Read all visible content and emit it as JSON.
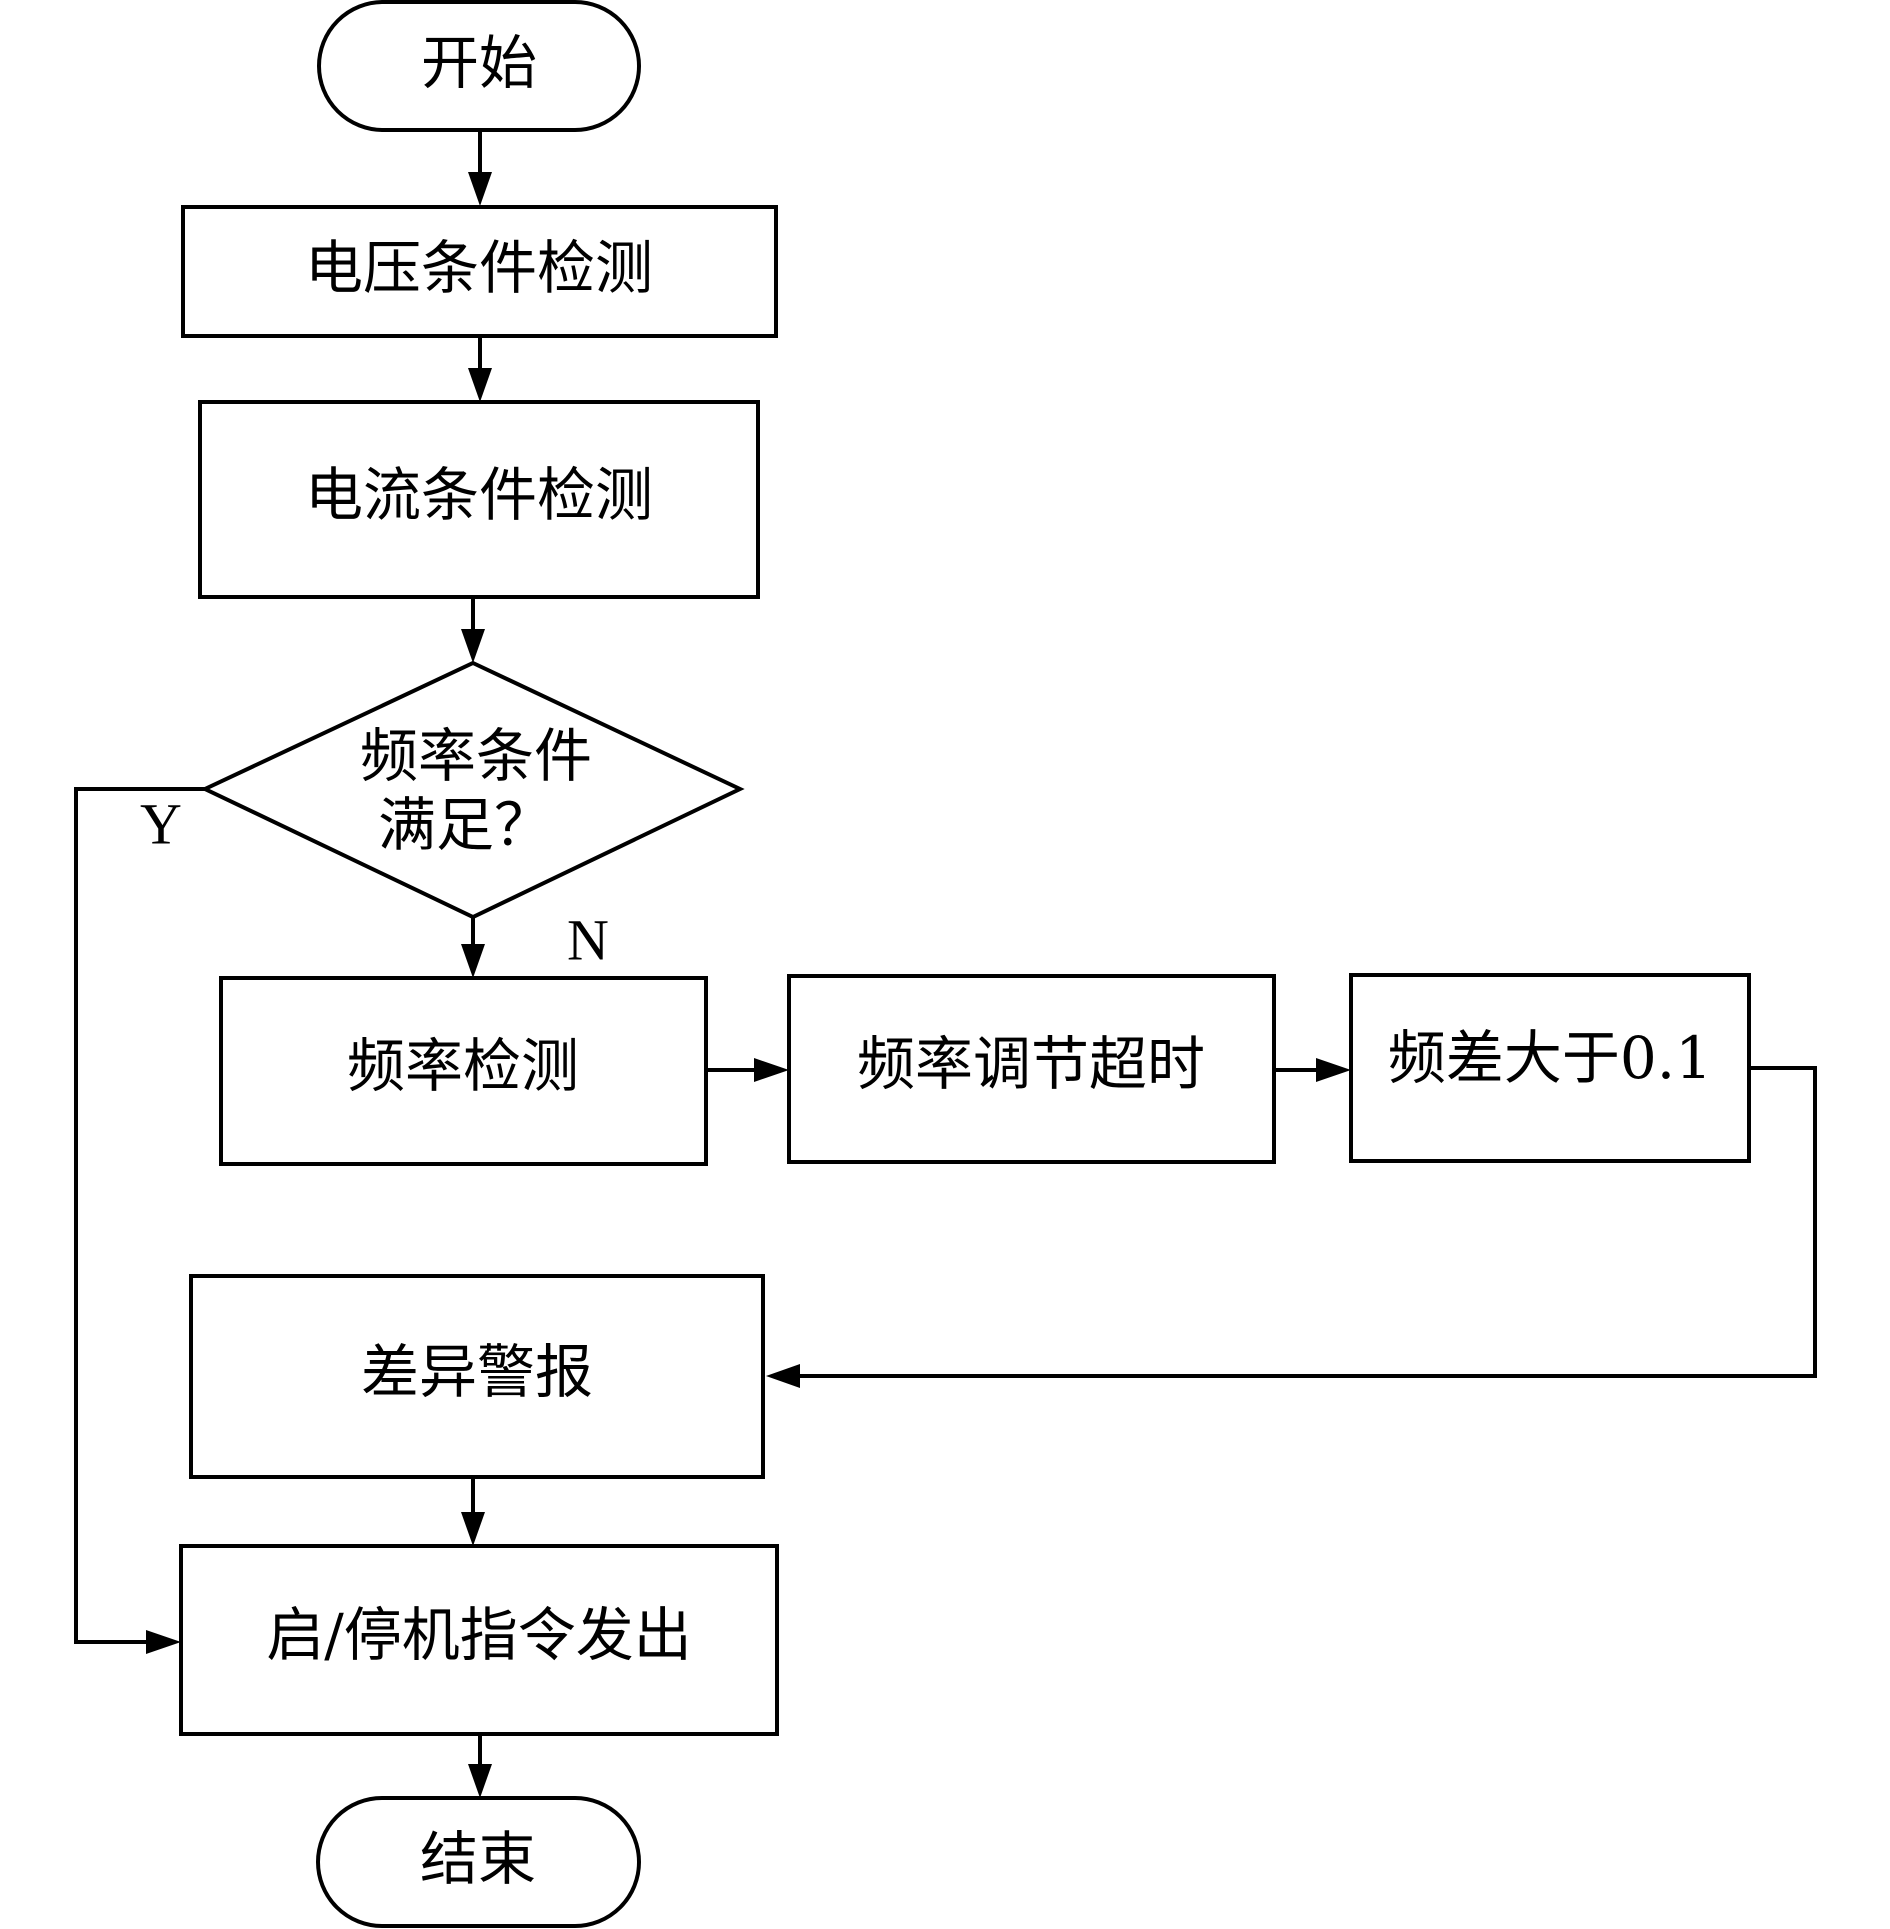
{
  "nodes": {
    "start": {
      "label": "开始"
    },
    "voltage_check": {
      "label": "电压条件检测"
    },
    "current_check": {
      "label": "电流条件检测"
    },
    "frequency_decision": {
      "line1": "频率条件",
      "line2": "满足？"
    },
    "frequency_check": {
      "label": "频率检测"
    },
    "frequency_timeout": {
      "label": "频率调节超时"
    },
    "frequency_diff": {
      "label": "频差大于0.1"
    },
    "difference_alarm": {
      "label": "差异警报"
    },
    "start_stop_command": {
      "label": "启/停机指令发出"
    },
    "end": {
      "label": "结束"
    }
  },
  "branches": {
    "yes": "Y",
    "no": "N"
  },
  "colors": {
    "stroke": "#000000",
    "fill": "#ffffff",
    "text": "#000000"
  }
}
